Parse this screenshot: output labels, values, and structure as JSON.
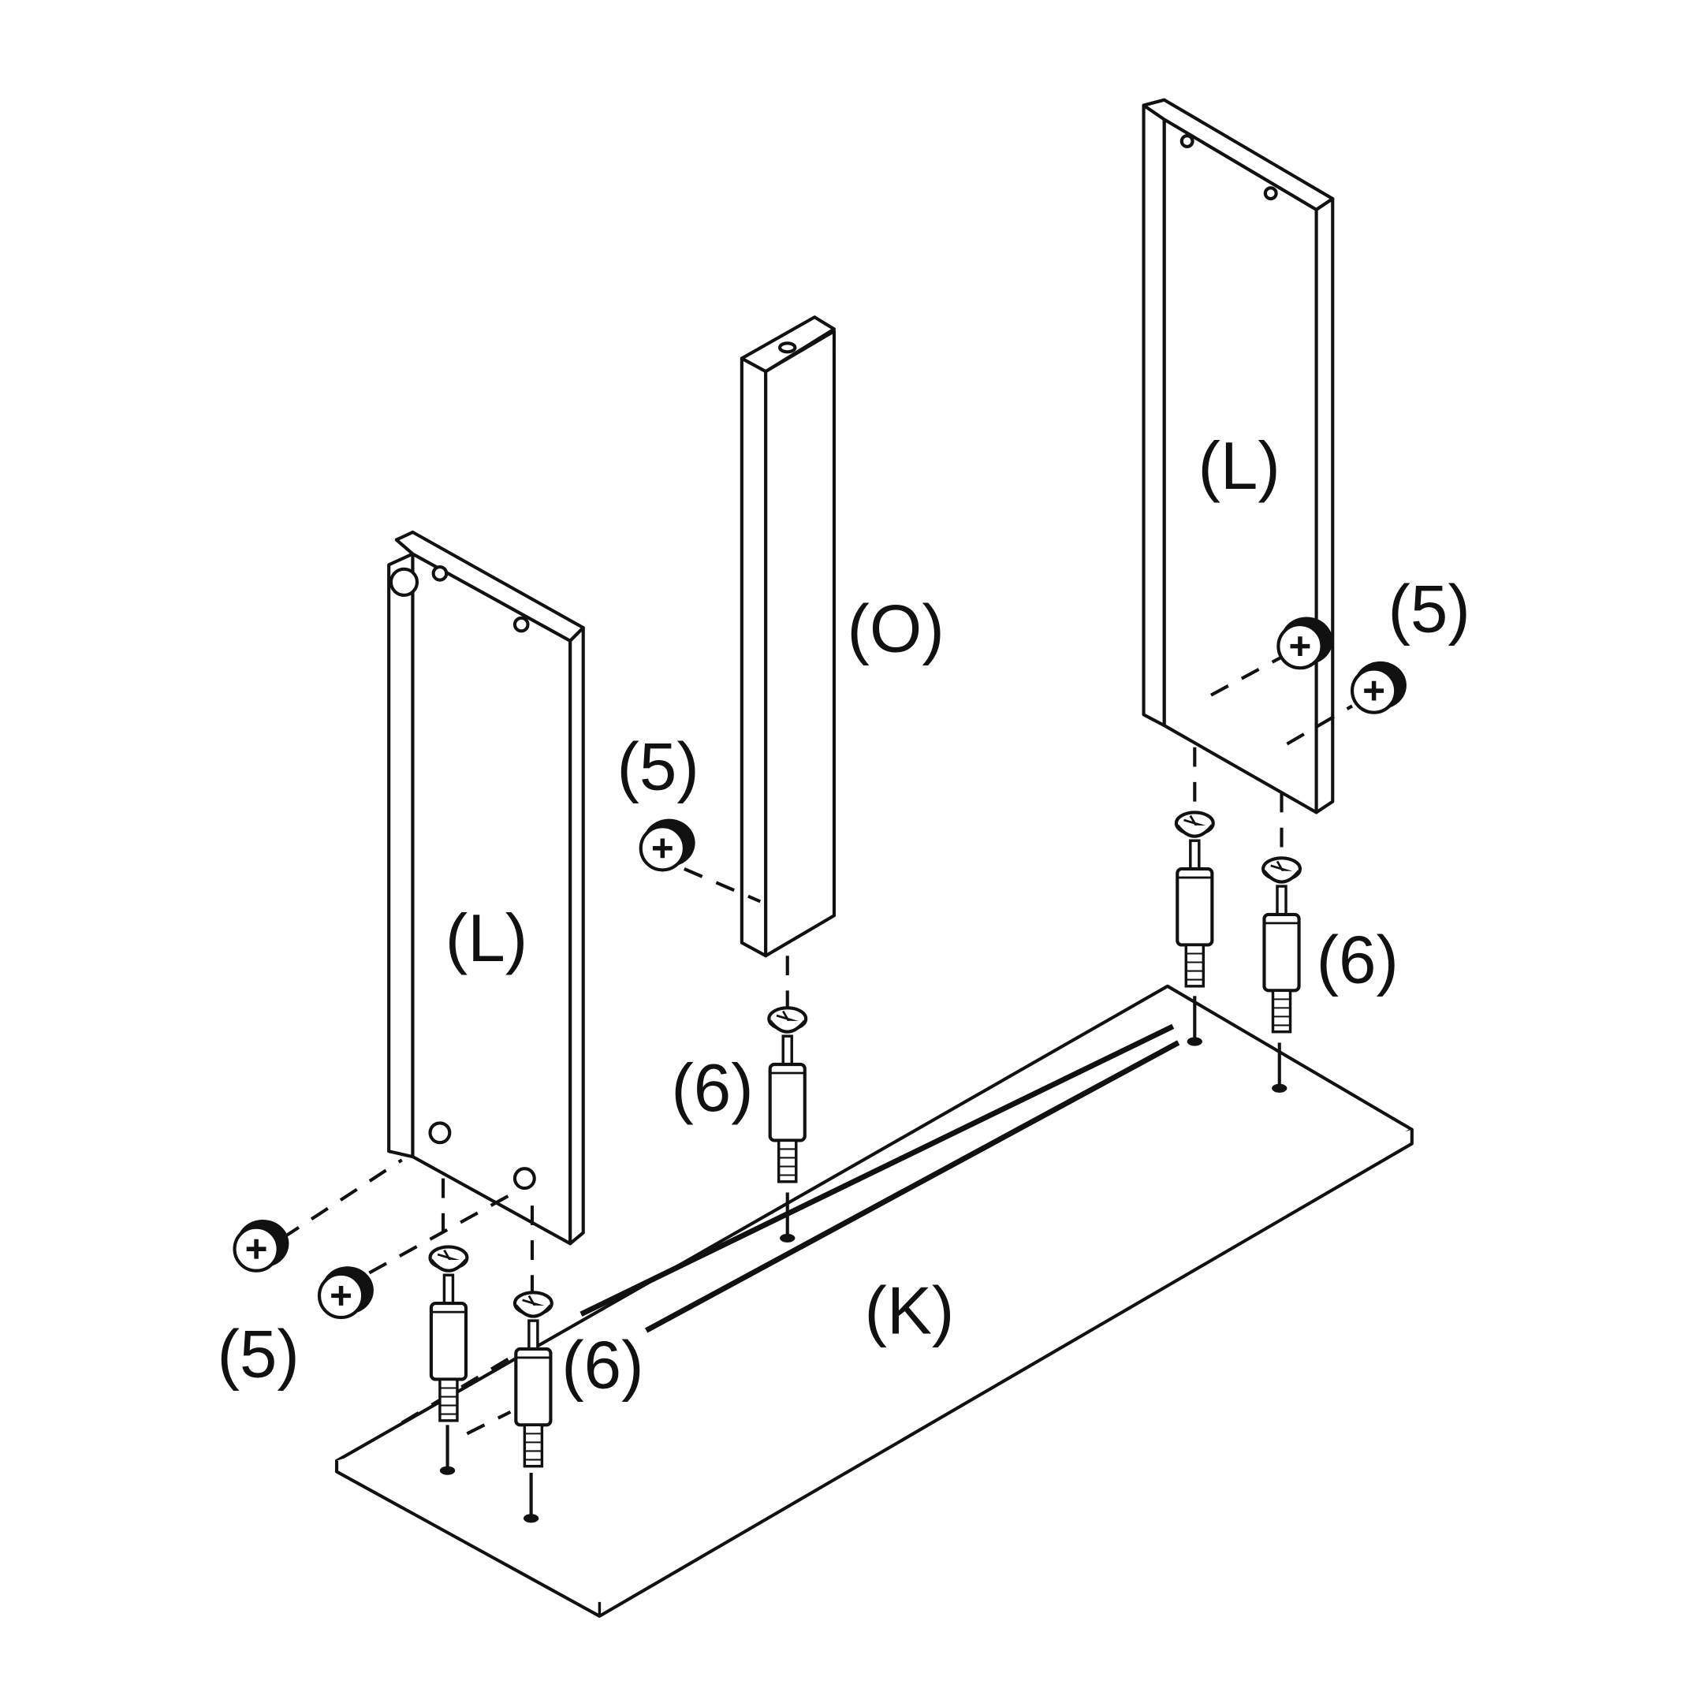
{
  "labels": {
    "panel_left": "(L)",
    "panel_right": "(L)",
    "post": "(O)",
    "base": "(K)",
    "cam_left": "(5)",
    "cam_middle": "(5)",
    "cam_right": "(5)",
    "dowel_left": "(6)",
    "dowel_middle": "(6)",
    "dowel_right": "(6)"
  }
}
